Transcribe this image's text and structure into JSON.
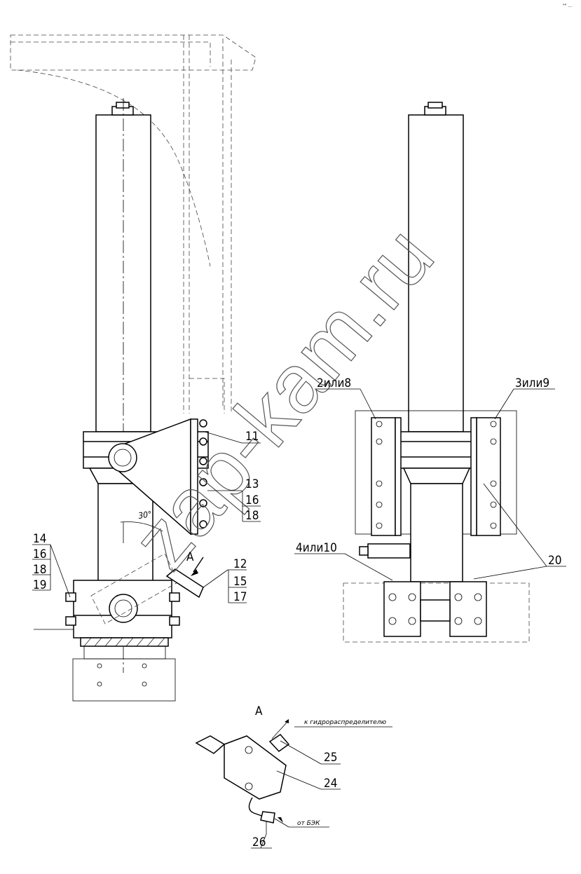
{
  "corner_mark": "\"\" ...",
  "watermark": "zap-kam.ru",
  "angle_label": "30°",
  "view_marker": "A",
  "detail_title": "A",
  "callouts": {
    "c11": "11",
    "c13": "13",
    "c16a": "16",
    "c18a": "18",
    "c12": "12",
    "c15": "15",
    "c17": "17",
    "c14": "14",
    "c16b": "16",
    "c18b": "18",
    "c19": "19",
    "c2or8": "2или8",
    "c3or9": "3или9",
    "c4or10": "4или10",
    "c20": "20",
    "c25": "25",
    "c24": "24",
    "c26": "26"
  },
  "notes": {
    "to_distributor": "к гидрораспределителю",
    "from_bek": "от БЭК"
  },
  "colors": {
    "line": "#000000",
    "background": "#ffffff",
    "watermark": "#555555"
  }
}
